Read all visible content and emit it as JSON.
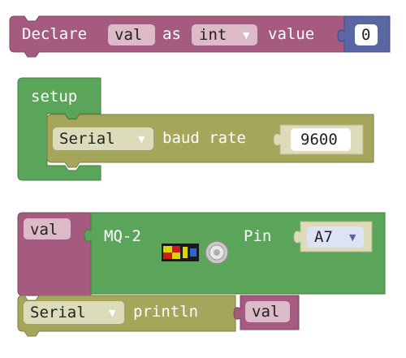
{
  "declare_block": {
    "keyword": "Declare",
    "var_name": "val",
    "as_label": "as",
    "type_value": "int",
    "value_label": "value",
    "value": "0"
  },
  "setup_block": {
    "label": "setup",
    "serial_port": "Serial",
    "baud_label": "baud rate",
    "baud_value": "9600"
  },
  "sensor_block": {
    "var_name": "val",
    "sensor_label": "MQ-2",
    "pin_label": "Pin",
    "pin_value": "A7"
  },
  "println_block": {
    "serial_port": "Serial",
    "label": "println",
    "arg_var": "val"
  },
  "colors": {
    "variables": "#a55b80",
    "math": "#5b67a5",
    "setup": "#5ba55b",
    "serial": "#a5a55b"
  },
  "icons": {
    "dropdown": "▼",
    "sensor_image": "mq2-sensor-icon"
  }
}
